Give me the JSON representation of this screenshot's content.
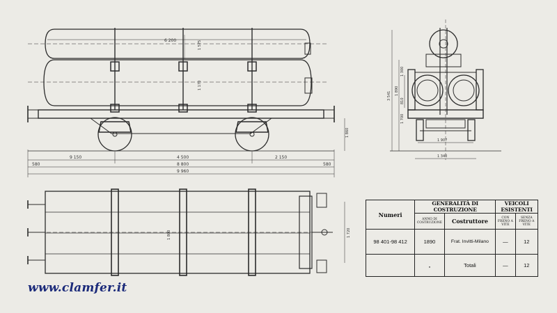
{
  "side_view": {
    "dims_top": [
      "6 200",
      "1 575",
      "1 170",
      "1 860"
    ],
    "dims_bottom_row1": [
      "9 150",
      "4 500",
      "2 150"
    ],
    "dims_bottom_row2": [
      "580",
      "8 800",
      "580"
    ],
    "dim_total": "9 960"
  },
  "plan_view": {
    "dims": [
      "1 800",
      "1 720"
    ]
  },
  "end_view": {
    "dims_vertical": [
      "3 541",
      "1 300",
      "1 890",
      "810",
      "1 700"
    ],
    "dims_horizontal": [
      "1 907",
      "1 340"
    ]
  },
  "table": {
    "col_numeri": "Numeri",
    "group_generalita": "Generalità di costruzione",
    "col_anno": "Anno di costruzione",
    "col_costruttore": "Costruttore",
    "group_veicoli": "Veicoli esistenti",
    "col_con_freno": "con freno a vite",
    "col_senza_freno": "senza freno a vite",
    "row1": {
      "numeri": "98 401-98 412",
      "anno": "1890",
      "costruttore": "Frat. Invitti-Milano",
      "con": "—",
      "senza": "12"
    },
    "row2": {
      "anno": "„",
      "totali": "Totali",
      "con": "—",
      "senza": "12"
    }
  },
  "watermark": "www.clamfer.it"
}
